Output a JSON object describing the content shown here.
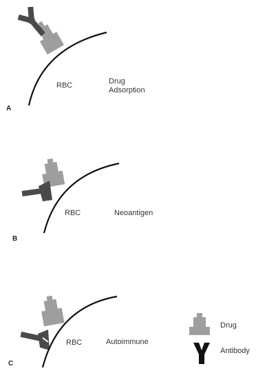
{
  "panels": [
    {
      "letter": "A",
      "rbc": "RBC",
      "mechanism_line1": "Drug",
      "mechanism_line2": "Adsorption"
    },
    {
      "letter": "B",
      "rbc": "RBC",
      "mechanism_line1": "Neoantigen",
      "mechanism_line2": ""
    },
    {
      "letter": "C",
      "rbc": "RBC",
      "mechanism_line1": "Autoimmune",
      "mechanism_line2": ""
    }
  ],
  "legend": {
    "drug_label": "Drug",
    "antibody_label": "Antibody"
  },
  "colors": {
    "membrane": "#111111",
    "drug": "#9e9e9e",
    "antibody": "#4a4a4a",
    "text": "#333333"
  }
}
